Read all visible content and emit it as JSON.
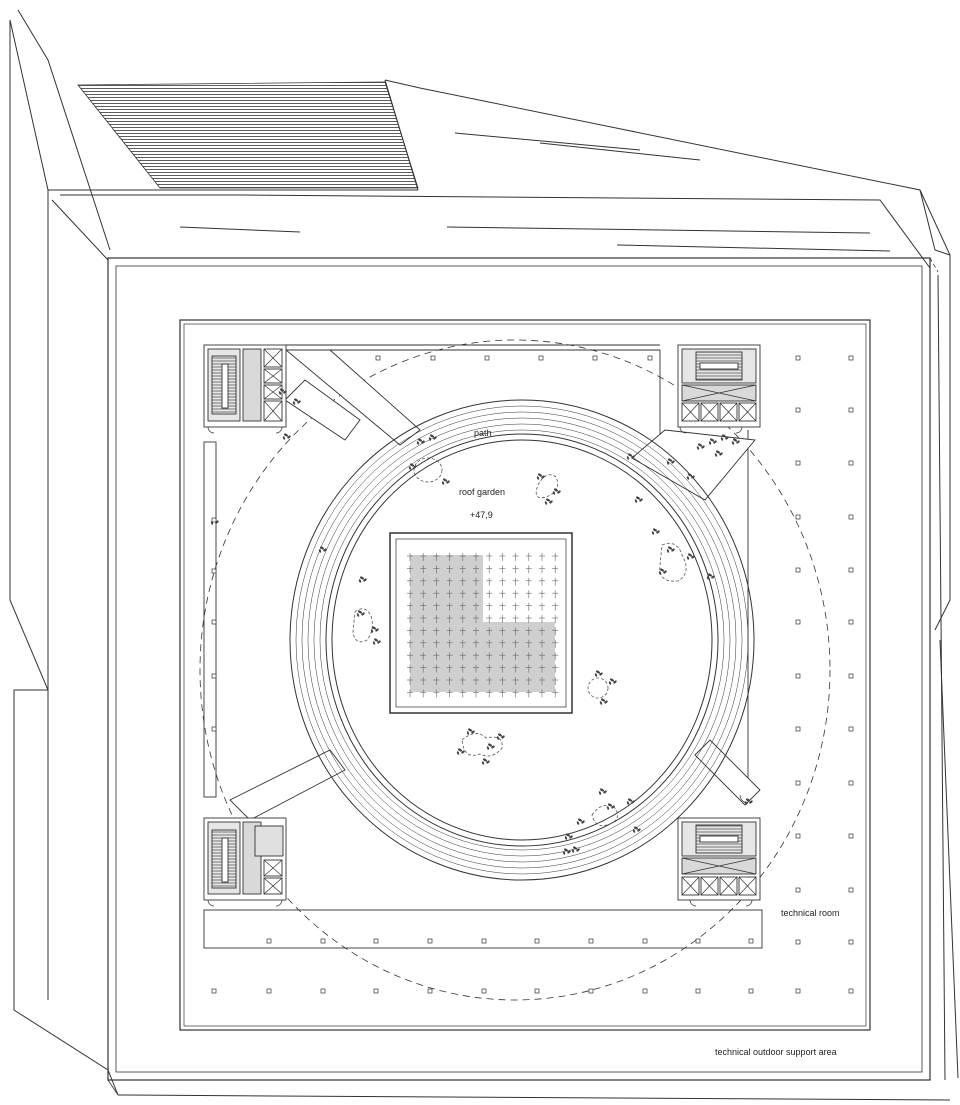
{
  "labels": {
    "path": "path",
    "roof_garden": "roof garden",
    "elevation": "+47,9",
    "technical_room": "technical room",
    "outdoor_area": "technical outdoor support area"
  },
  "colors": {
    "line": "#333333",
    "fill_gray": "#cfcfcf",
    "fill_light": "#e6e6e6",
    "foliage": "#444444"
  }
}
